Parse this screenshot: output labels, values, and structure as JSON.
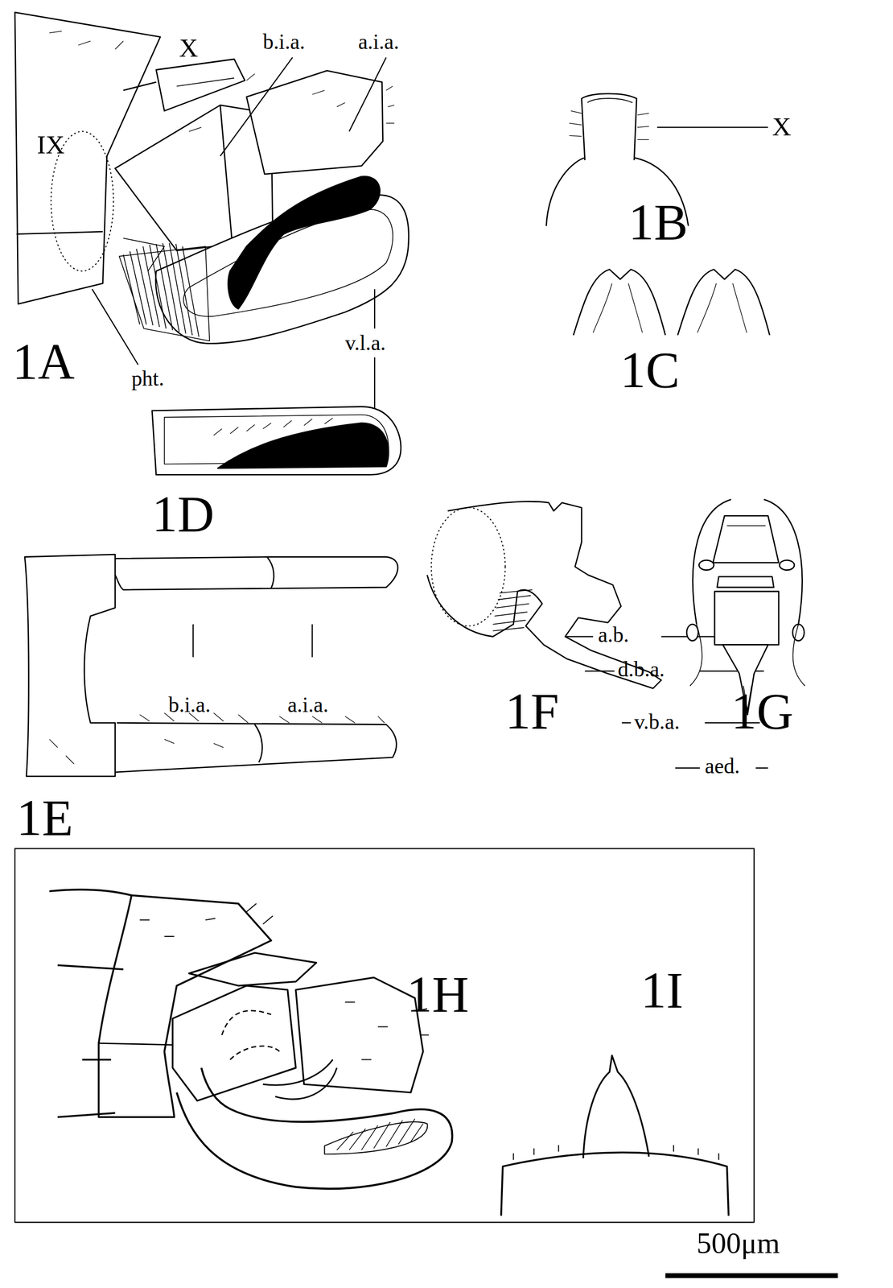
{
  "diagram": {
    "labels": [
      "X",
      "b.i.a.",
      "a.i.a.",
      "IX",
      "1A",
      "pht.",
      "v.l.a.",
      "X",
      "1B",
      "1C",
      "1D",
      "b.i.a.",
      "a.i.a.",
      "1E",
      "a.b.",
      "d.b.a.",
      "v.b.a.",
      "aed.",
      "1F",
      "1G",
      "1H",
      "1I",
      "500μm"
    ]
  }
}
